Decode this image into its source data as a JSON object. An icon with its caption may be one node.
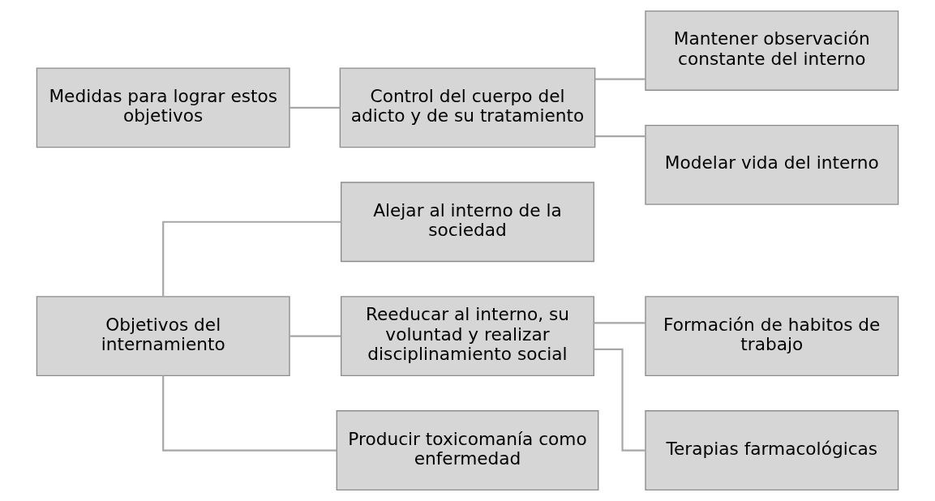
{
  "diagram": {
    "nodes": [
      {
        "text": [
          "Objetivos del internamiento"
        ]
      },
      {
        "text": [
          "Alejar al interno de la sociedad"
        ]
      },
      {
        "text": [
          "Reeducar al interno, su voluntad y realizar disciplinamiento social"
        ]
      },
      {
        "text": [
          "Producir toxicomanía como enfermedad"
        ]
      },
      {
        "text": [
          "Formación de habitos de trabajo"
        ]
      },
      {
        "text": [
          "Terapias farmacológicas"
        ]
      },
      {
        "text": [
          "Medidas para lograr estos objetivos"
        ]
      },
      {
        "text": [
          "Control del cuerpo del adicto y de su tratamiento"
        ]
      },
      {
        "text": [
          "Mantener observación constante del interno"
        ]
      },
      {
        "text": [
          "Modelar vida del interno"
        ]
      }
    ],
    "edges": [
      {
        "from": 0,
        "to": 1,
        "arrow": "none"
      },
      {
        "from": 0,
        "to": 2,
        "arrow": "none"
      },
      {
        "from": 0,
        "to": 3,
        "arrow": "none"
      },
      {
        "from": 2,
        "to": 4,
        "arrow": "none"
      },
      {
        "from": 2,
        "to": 5,
        "arrow": "none"
      },
      {
        "from": 6,
        "to": 7,
        "arrow": "none"
      },
      {
        "from": 7,
        "to": 8,
        "arrow": "none"
      },
      {
        "from": 7,
        "to": 9,
        "arrow": "none"
      }
    ]
  }
}
